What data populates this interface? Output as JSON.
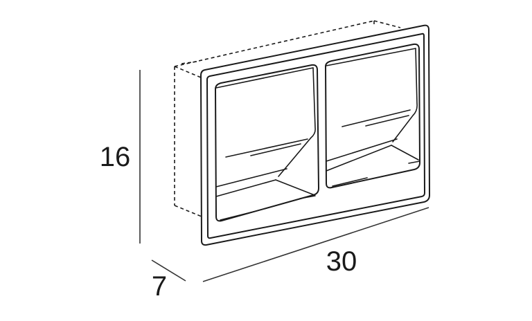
{
  "diagram": {
    "subject": "Double recessed toilet paper holder",
    "dimensions": {
      "height": {
        "label": "16"
      },
      "depth": {
        "label": "7"
      },
      "width": {
        "label": "30"
      }
    },
    "colors": {
      "line": "#1a1a1a",
      "dimension_line": "#333333",
      "background": "#ffffff"
    }
  }
}
